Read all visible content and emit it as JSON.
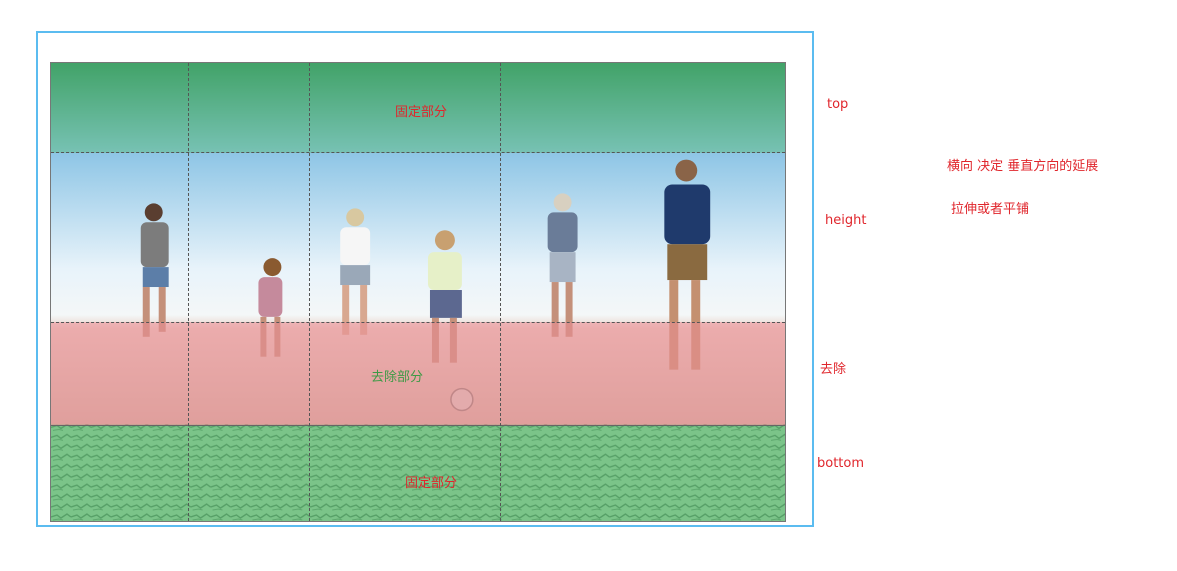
{
  "labels": {
    "top_fixed": "固定部分",
    "remove": "去除部分",
    "bottom_fixed": "固定部分"
  },
  "side": {
    "top": "top",
    "height": "height",
    "remove": "去除",
    "bottom": "bottom"
  },
  "notes": {
    "line1": "横向 决定 垂直方向的延展",
    "line2": "拉伸或者平铺"
  },
  "colors": {
    "frame": "#5bbcf0",
    "label_red": "#e0262c",
    "label_green": "#3e9a46",
    "band_green": "#5ebe7a",
    "band_pink": "#ec8c96"
  }
}
